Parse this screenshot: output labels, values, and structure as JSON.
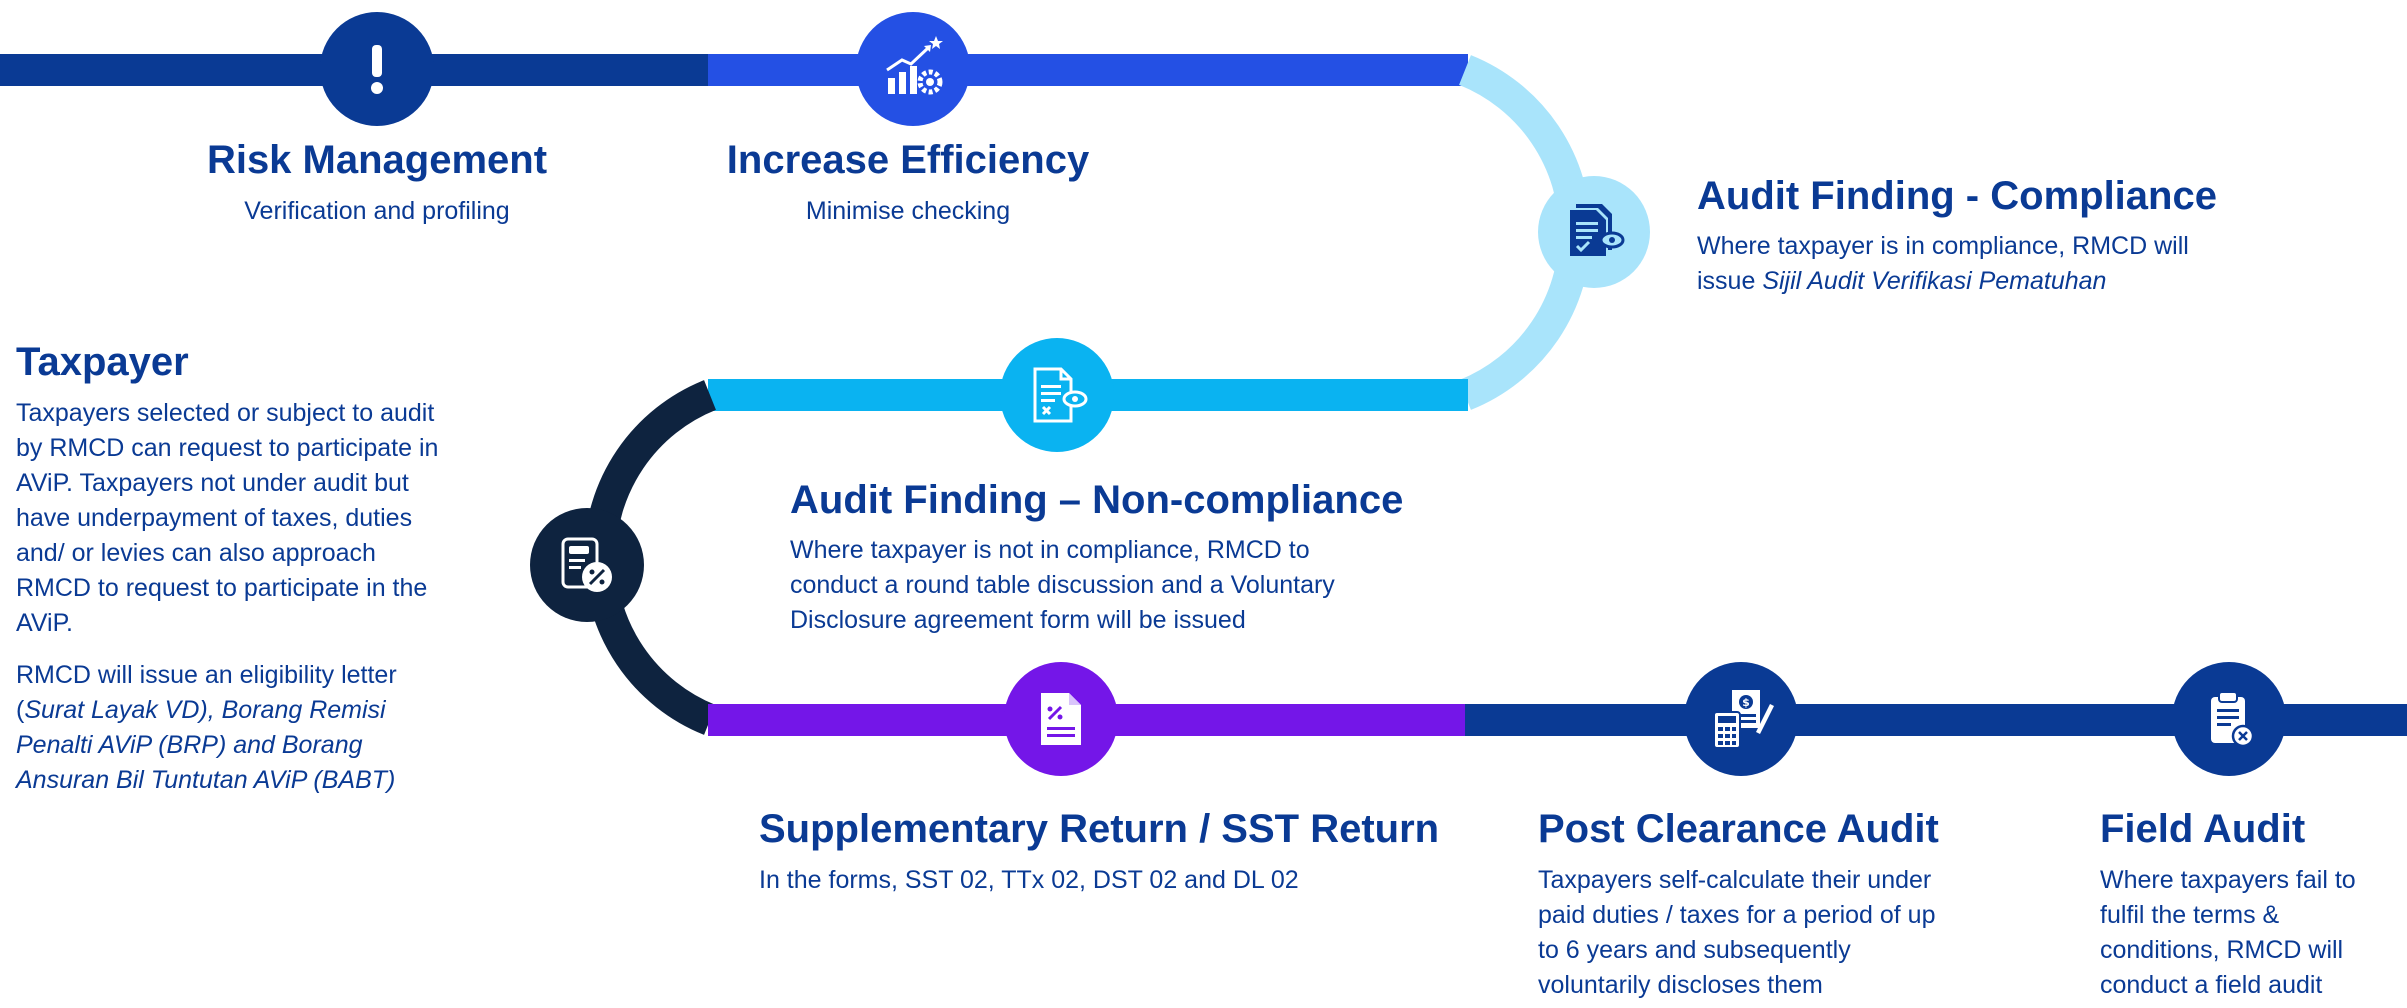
{
  "colors": {
    "navy": "#0a3a94",
    "royal_blue": "#2450e4",
    "light_cyan": "#a9e4fb",
    "sky_blue": "#0ab3f1",
    "dark_navy": "#0e233f",
    "purple": "#7416e8",
    "text": "#0a3a94"
  },
  "steps": {
    "risk": {
      "icon": "exclamation-icon",
      "title": "Risk Management",
      "desc": "Verification and profiling"
    },
    "efficiency": {
      "icon": "growth-chart-gear-icon",
      "title": "Increase Efficiency",
      "desc": "Minimise checking"
    },
    "compliance": {
      "icon": "document-check-eye-icon",
      "title": "Audit Finding - Compliance",
      "desc_line1": "Where taxpayer is in compliance, RMCD will",
      "desc_line2_prefix": "issue ",
      "desc_line2_italic": "Sijil Audit Verifikasi Pematuhan"
    },
    "noncompliance": {
      "icon": "document-cross-eye-icon",
      "title": "Audit Finding – Non-compliance",
      "desc_lines": [
        "Where taxpayer is not in compliance, RMCD to",
        "conduct a round table discussion and a Voluntary",
        "Disclosure agreement form will be issued"
      ]
    },
    "taxpayer": {
      "icon": "percent-document-icon",
      "title": "Taxpayer",
      "para1_lines": [
        "Taxpayers selected or subject to audit",
        "by RMCD can request to participate in",
        "AViP. Taxpayers not under audit but",
        "have underpayment of taxes, duties",
        "and/ or levies can also approach",
        "RMCD to request to participate in the",
        "AViP."
      ],
      "para2_line1": "RMCD will issue an eligibility letter",
      "para2_line2_prefix": "(",
      "para2_line2_italic": "Surat Layak VD), Borang Remisi",
      "para2_italic_lines": [
        "Penalti AViP (BRP) and Borang",
        "Ansuran Bil Tuntutan AViP (BABT)"
      ]
    },
    "supplementary": {
      "icon": "percent-form-icon",
      "title": "Supplementary Return / SST Return",
      "desc": "In the forms, SST 02, TTx 02, DST 02 and DL 02"
    },
    "post_clearance": {
      "icon": "calculator-bill-icon",
      "title": "Post Clearance Audit",
      "desc_lines": [
        "Taxpayers self-calculate their under",
        "paid duties / taxes for a period of up",
        "to 6 years and subsequently",
        "voluntarily discloses them"
      ]
    },
    "field_audit": {
      "icon": "clipboard-cross-icon",
      "title": "Field Audit",
      "desc_lines": [
        "Where taxpayers fail to",
        "fulfil the terms &",
        "conditions, RMCD will",
        "conduct a field audit"
      ]
    }
  }
}
